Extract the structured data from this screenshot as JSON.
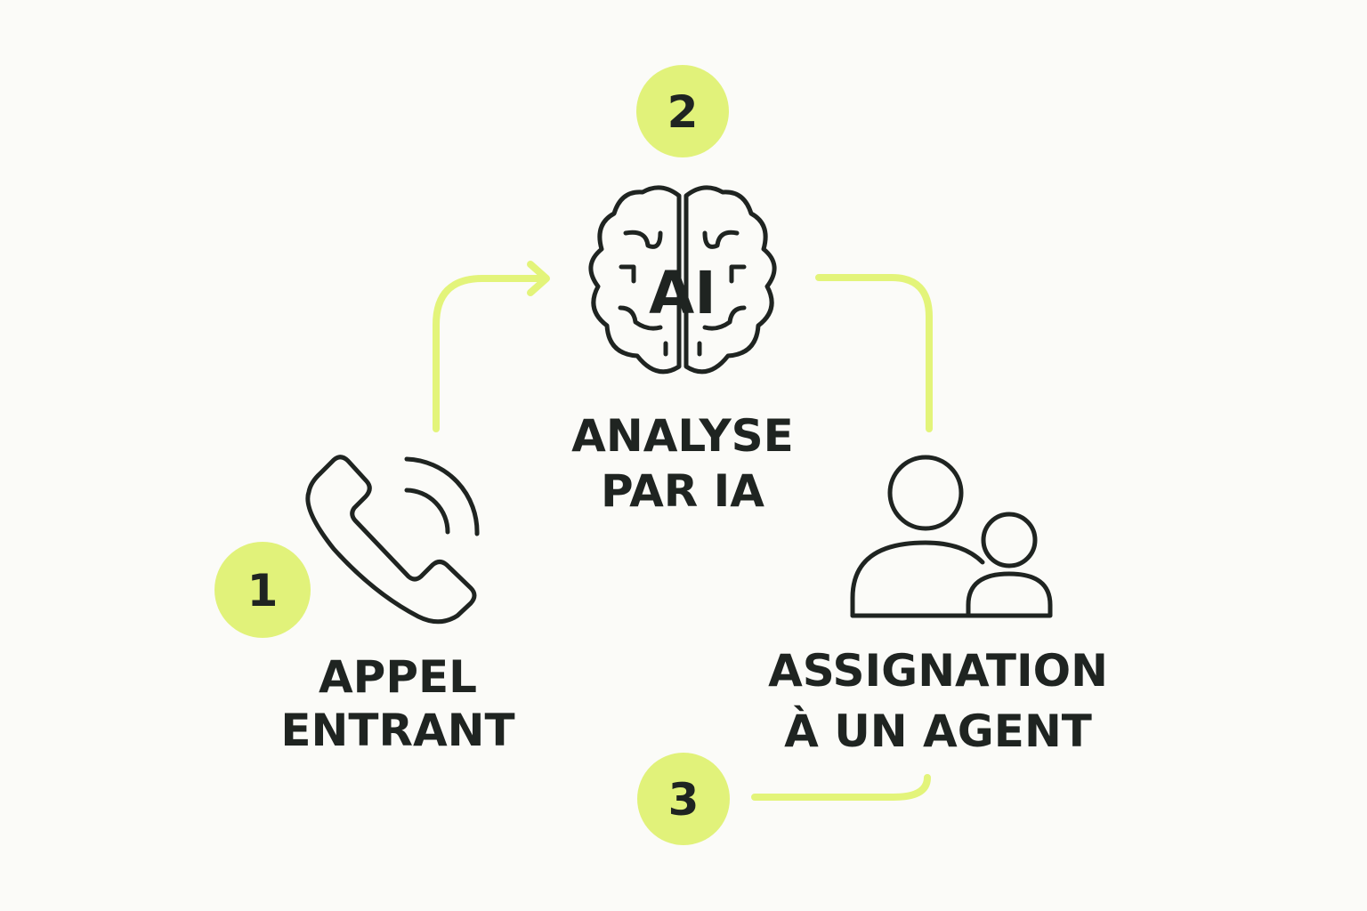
{
  "steps": [
    {
      "number": "1",
      "line1": "APPEL",
      "line2": "ENTRANT",
      "icon": "phone-icon"
    },
    {
      "number": "2",
      "line1": "ANALYSE",
      "line2": "PAR IA",
      "icon": "brain-ai-icon",
      "icon_text": "AI"
    },
    {
      "number": "3",
      "line1": "ASSIGNATION",
      "line2": "À UN AGENT",
      "icon": "users-icon"
    }
  ],
  "colors": {
    "accent": "#e3f47a",
    "badge": "#e1f27a",
    "ink": "#1f2421",
    "background": "#fbfbf8"
  }
}
